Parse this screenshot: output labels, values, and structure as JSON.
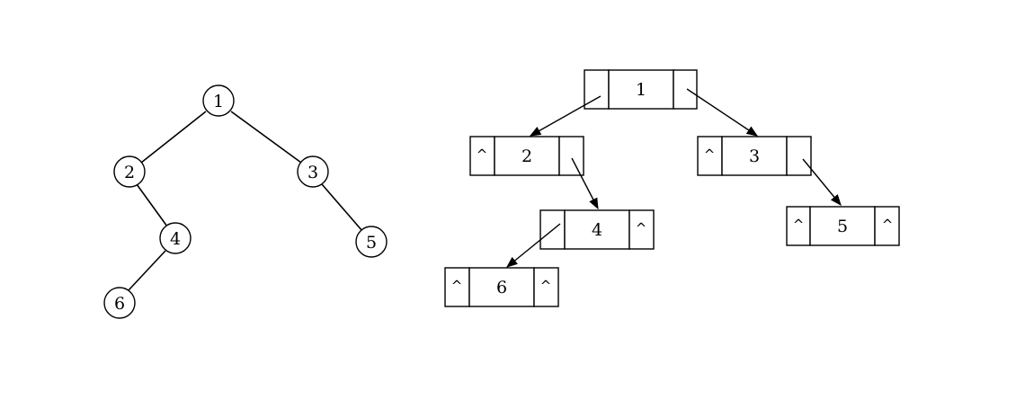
{
  "tree": {
    "nodes": [
      {
        "id": "1",
        "label": "1"
      },
      {
        "id": "2",
        "label": "2"
      },
      {
        "id": "3",
        "label": "3"
      },
      {
        "id": "4",
        "label": "4"
      },
      {
        "id": "5",
        "label": "5"
      },
      {
        "id": "6",
        "label": "6"
      }
    ],
    "edges": [
      [
        "1",
        "2"
      ],
      [
        "1",
        "3"
      ],
      [
        "2",
        "4"
      ],
      [
        "3",
        "5"
      ],
      [
        "4",
        "6"
      ]
    ]
  },
  "linked": {
    "null_marker": "^",
    "nodes": [
      {
        "id": "1",
        "label": "1",
        "left_null": false,
        "right_null": false
      },
      {
        "id": "2",
        "label": "2",
        "left_null": true,
        "right_null": false
      },
      {
        "id": "3",
        "label": "3",
        "left_null": true,
        "right_null": false
      },
      {
        "id": "4",
        "label": "4",
        "left_null": false,
        "right_null": true
      },
      {
        "id": "5",
        "label": "5",
        "left_null": true,
        "right_null": true
      },
      {
        "id": "6",
        "label": "6",
        "left_null": true,
        "right_null": true
      }
    ],
    "pointers": [
      [
        "1",
        "2"
      ],
      [
        "1",
        "3"
      ],
      [
        "2",
        "4"
      ],
      [
        "3",
        "5"
      ],
      [
        "4",
        "6"
      ]
    ]
  }
}
